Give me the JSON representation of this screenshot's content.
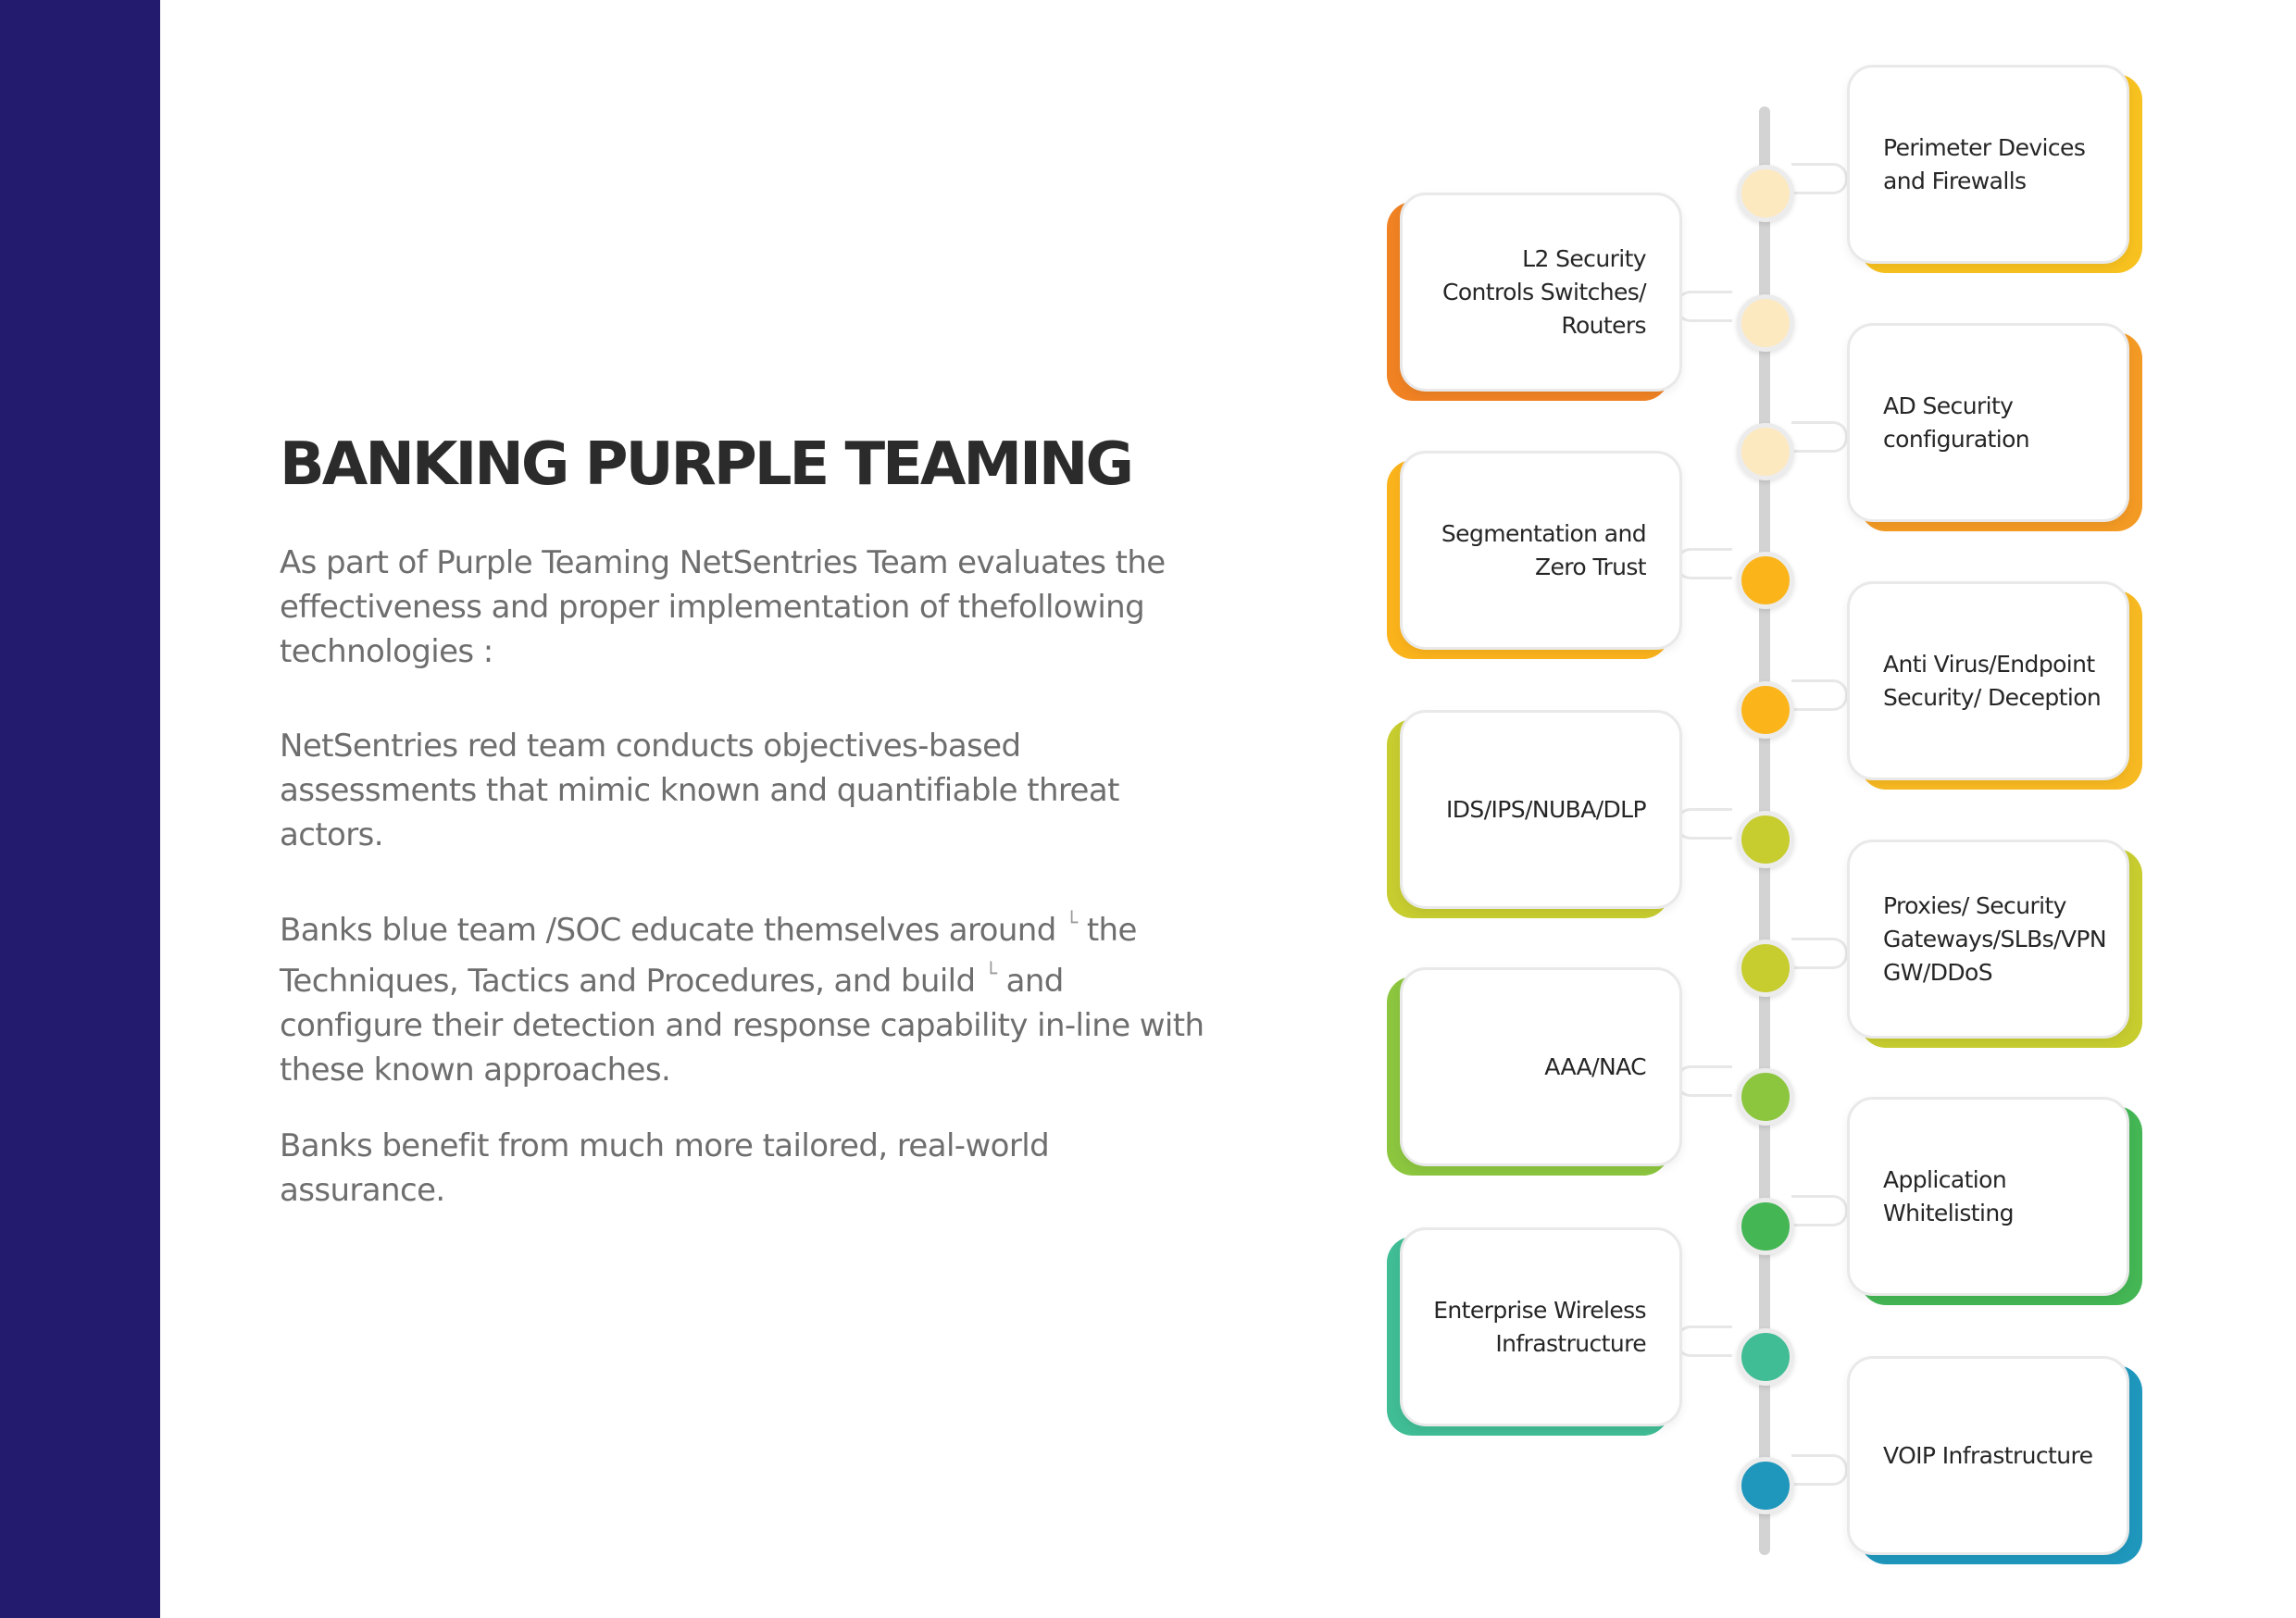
{
  "colors": {
    "sidebar": "#231c6e",
    "pale_yellow": "#fde9bf",
    "orange": "#f08223",
    "yellow_orange": "#fbb31c",
    "amber": "#f7b922",
    "yellow": "#f7c11f",
    "lime": "#c7cd2f",
    "green": "#8cc63f",
    "mid_green": "#44b654",
    "teal": "#40bd95",
    "blue": "#1f97bd"
  },
  "title": "BANKING PURPLE TEAMING",
  "paragraphs": {
    "p1": "As part of Purple Teaming NetSentries Team  evaluates the effectiveness and proper implementation of thefollowing technologies :",
    "p2": "NetSentries red team conducts objectives-based assessments that mimic known and quantifiable threat actors.",
    "p3_a": "Banks blue team /SOC educate themselves around",
    "p3_b": "the Techniques, Tactics and Procedures, and build",
    "p3_c": "and configure their detection and response capability in-line with these known approaches.",
    "p3_mark": "└",
    "p4": "Banks benefit from much more tailored, real-world assurance."
  },
  "timeline": [
    {
      "label": "Perimeter Devices\nand Firewalls",
      "side": "right",
      "accent": "#f7c11f",
      "dot": "#fde9bf"
    },
    {
      "label": "L2 Security\nControls Switches/\nRouters",
      "side": "left",
      "accent": "#f08223",
      "dot": "#fde9bf"
    },
    {
      "label": "AD Security\nconfiguration",
      "side": "right",
      "accent": "#f39a24",
      "dot": "#fde9bf"
    },
    {
      "label": "Segmentation and\nZero Trust",
      "side": "left",
      "accent": "#fbb31c",
      "dot": "#fbb51b"
    },
    {
      "label": "Anti Virus/Endpoint\nSecurity/ Deception",
      "side": "right",
      "accent": "#f7b922",
      "dot": "#fbb51b"
    },
    {
      "label": "IDS/IPS/NUBA/DLP",
      "side": "left",
      "accent": "#c7cd2f",
      "dot": "#c7cd2f"
    },
    {
      "label": "Proxies/ Security\nGateways/SLBs/VPN\nGW/DDoS",
      "side": "right",
      "accent": "#c7cd2f",
      "dot": "#c7cd2f"
    },
    {
      "label": "AAA/NAC",
      "side": "left",
      "accent": "#8cc63f",
      "dot": "#8cc63f"
    },
    {
      "label": "Application\nWhitelisting",
      "side": "right",
      "accent": "#44b654",
      "dot": "#44b654"
    },
    {
      "label": "Enterprise Wireless\nInfrastructure",
      "side": "left",
      "accent": "#40bd95",
      "dot": "#40bd95"
    },
    {
      "label": "VOIP Infrastructure",
      "side": "right",
      "accent": "#1f97bd",
      "dot": "#1f97bd"
    }
  ]
}
